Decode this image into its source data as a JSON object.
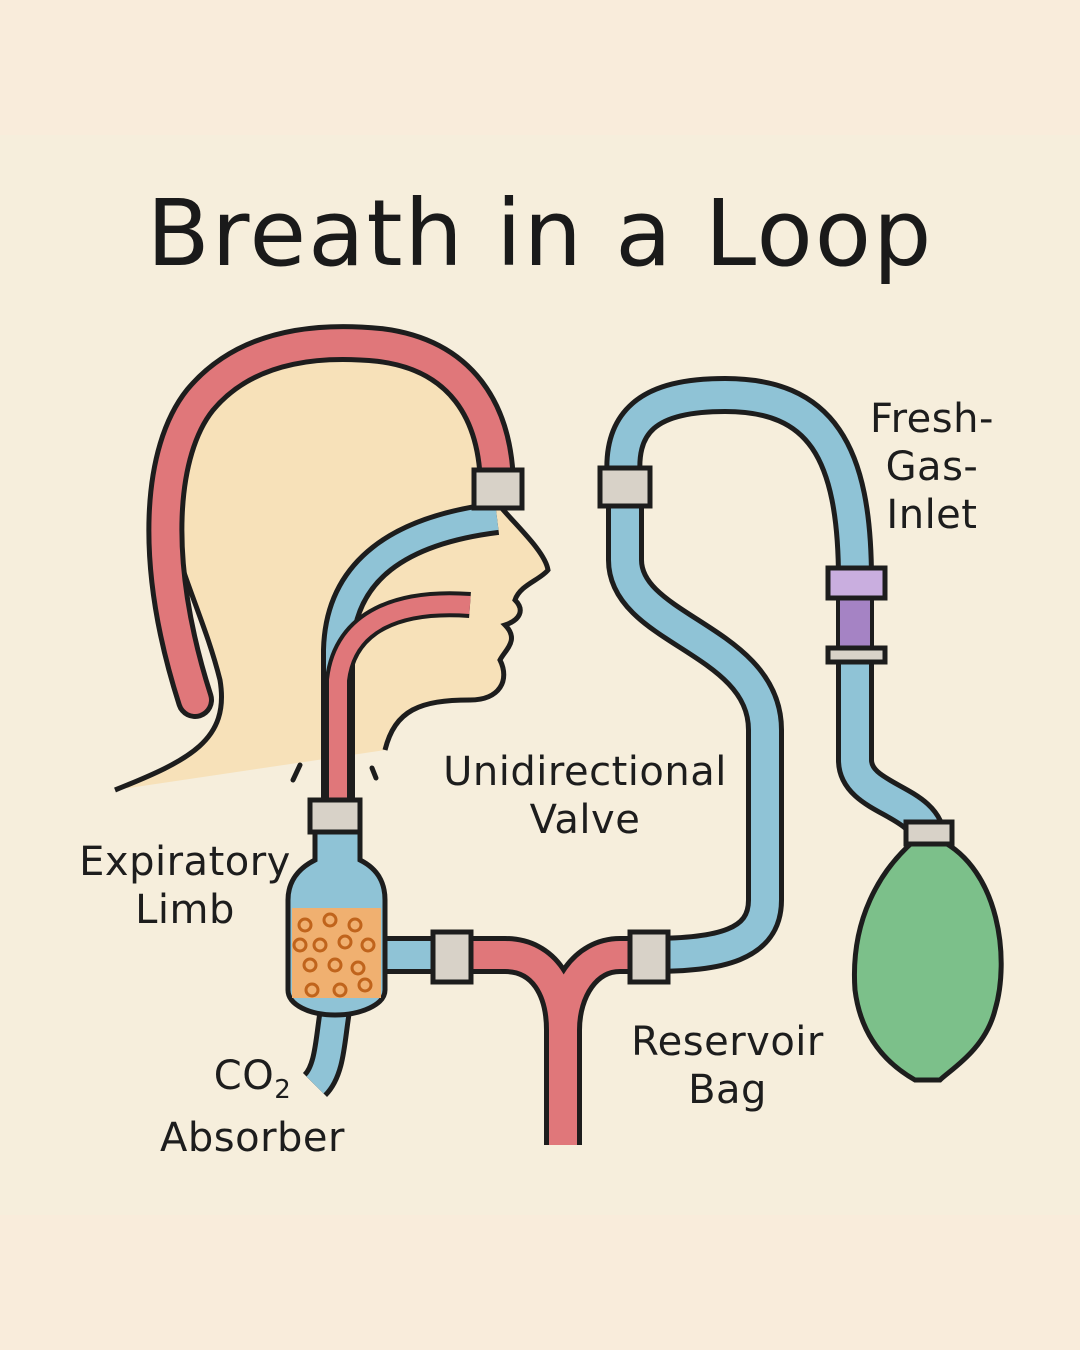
{
  "title": "Breath in a Loop",
  "labels": {
    "fresh_gas_inlet": [
      "Fresh-",
      "Gas-",
      "Inlet"
    ],
    "unidirectional_valve": [
      "Unidirectional",
      "Valve"
    ],
    "expiratory_limb": [
      "Expiratory",
      "Limb"
    ],
    "co2_absorber": [
      "CO",
      "2",
      "Absorber"
    ],
    "reservoir_bag": [
      "Reservoir",
      "Bag"
    ]
  },
  "colors": {
    "inspiratory_tube": "#8fc3d6",
    "expiratory_tube": "#e0777a",
    "bag": "#7cc08a",
    "absorber_granules": "#f0b070",
    "head_fill": "#f8dcaa",
    "background": "#f6eedc"
  }
}
